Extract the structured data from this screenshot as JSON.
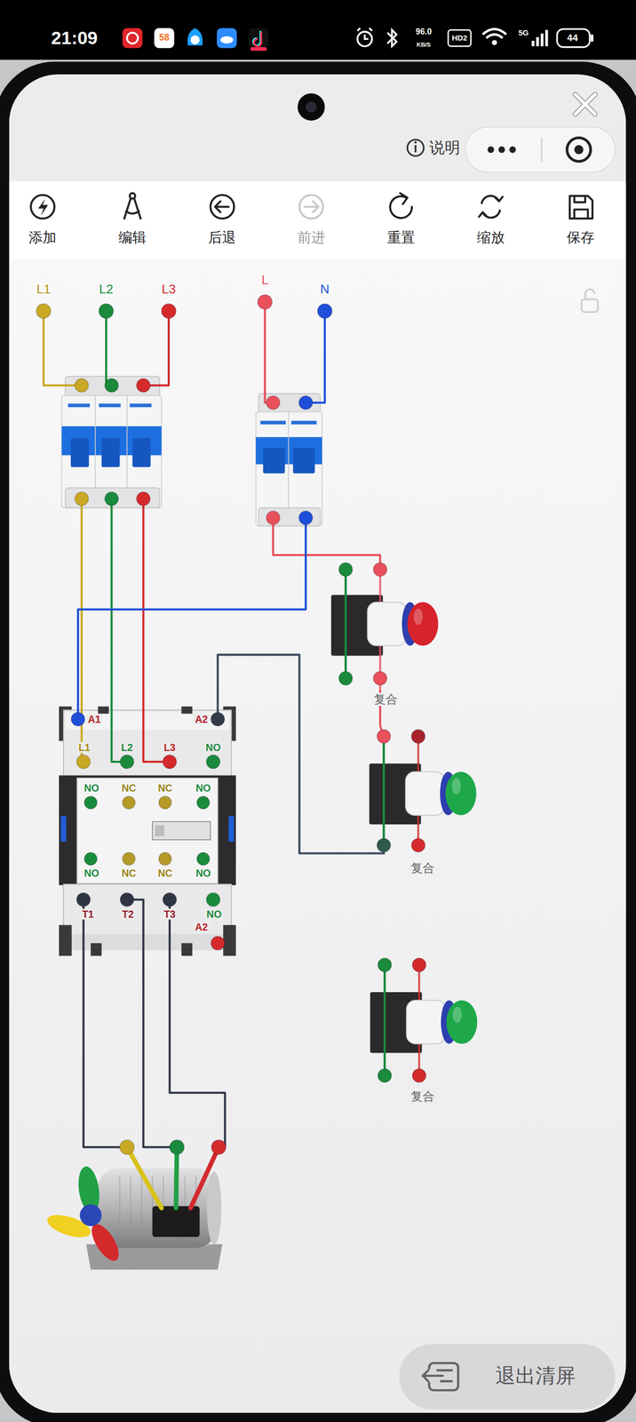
{
  "diagram": {
    "nodes": [
      {
        "text": [
          "添加"
        ]
      },
      {
        "text": [
          "编辑"
        ]
      },
      {
        "text": [
          "后退"
        ]
      },
      {
        "text": [
          "前进"
        ]
      },
      {
        "text": [
          "重置"
        ]
      },
      {
        "text": [
          "缩放"
        ]
      },
      {
        "text": [
          "保存"
        ]
      },
      {
        "text": [
          "复合"
        ]
      },
      {
        "text": [
          "A1",
          "A2",
          "L1",
          "L2",
          "L3",
          "NO",
          "NO",
          "NC",
          "NC",
          "NO",
          "NO",
          "NC",
          "NC",
          "NO",
          "T1",
          "T2",
          "T3",
          "NO",
          "A2"
        ]
      },
      {
        "text": [
          "复合"
        ]
      },
      {
        "text": [
          "复合"
        ]
      },
      {
        "text": [
          "退出清屏"
        ]
      }
    ],
    "edges": [
      {
        "from": 7,
        "to": 9,
        "arrow": "none"
      },
      {
        "from": 9,
        "to": 8,
        "arrow": "none"
      }
    ],
    "labels": [
      "21:09",
      "58",
      "96.0",
      "KB/S",
      "HD2",
      "5G",
      "44",
      "说明",
      "L1",
      "L2",
      "L3",
      "L",
      "N"
    ]
  }
}
